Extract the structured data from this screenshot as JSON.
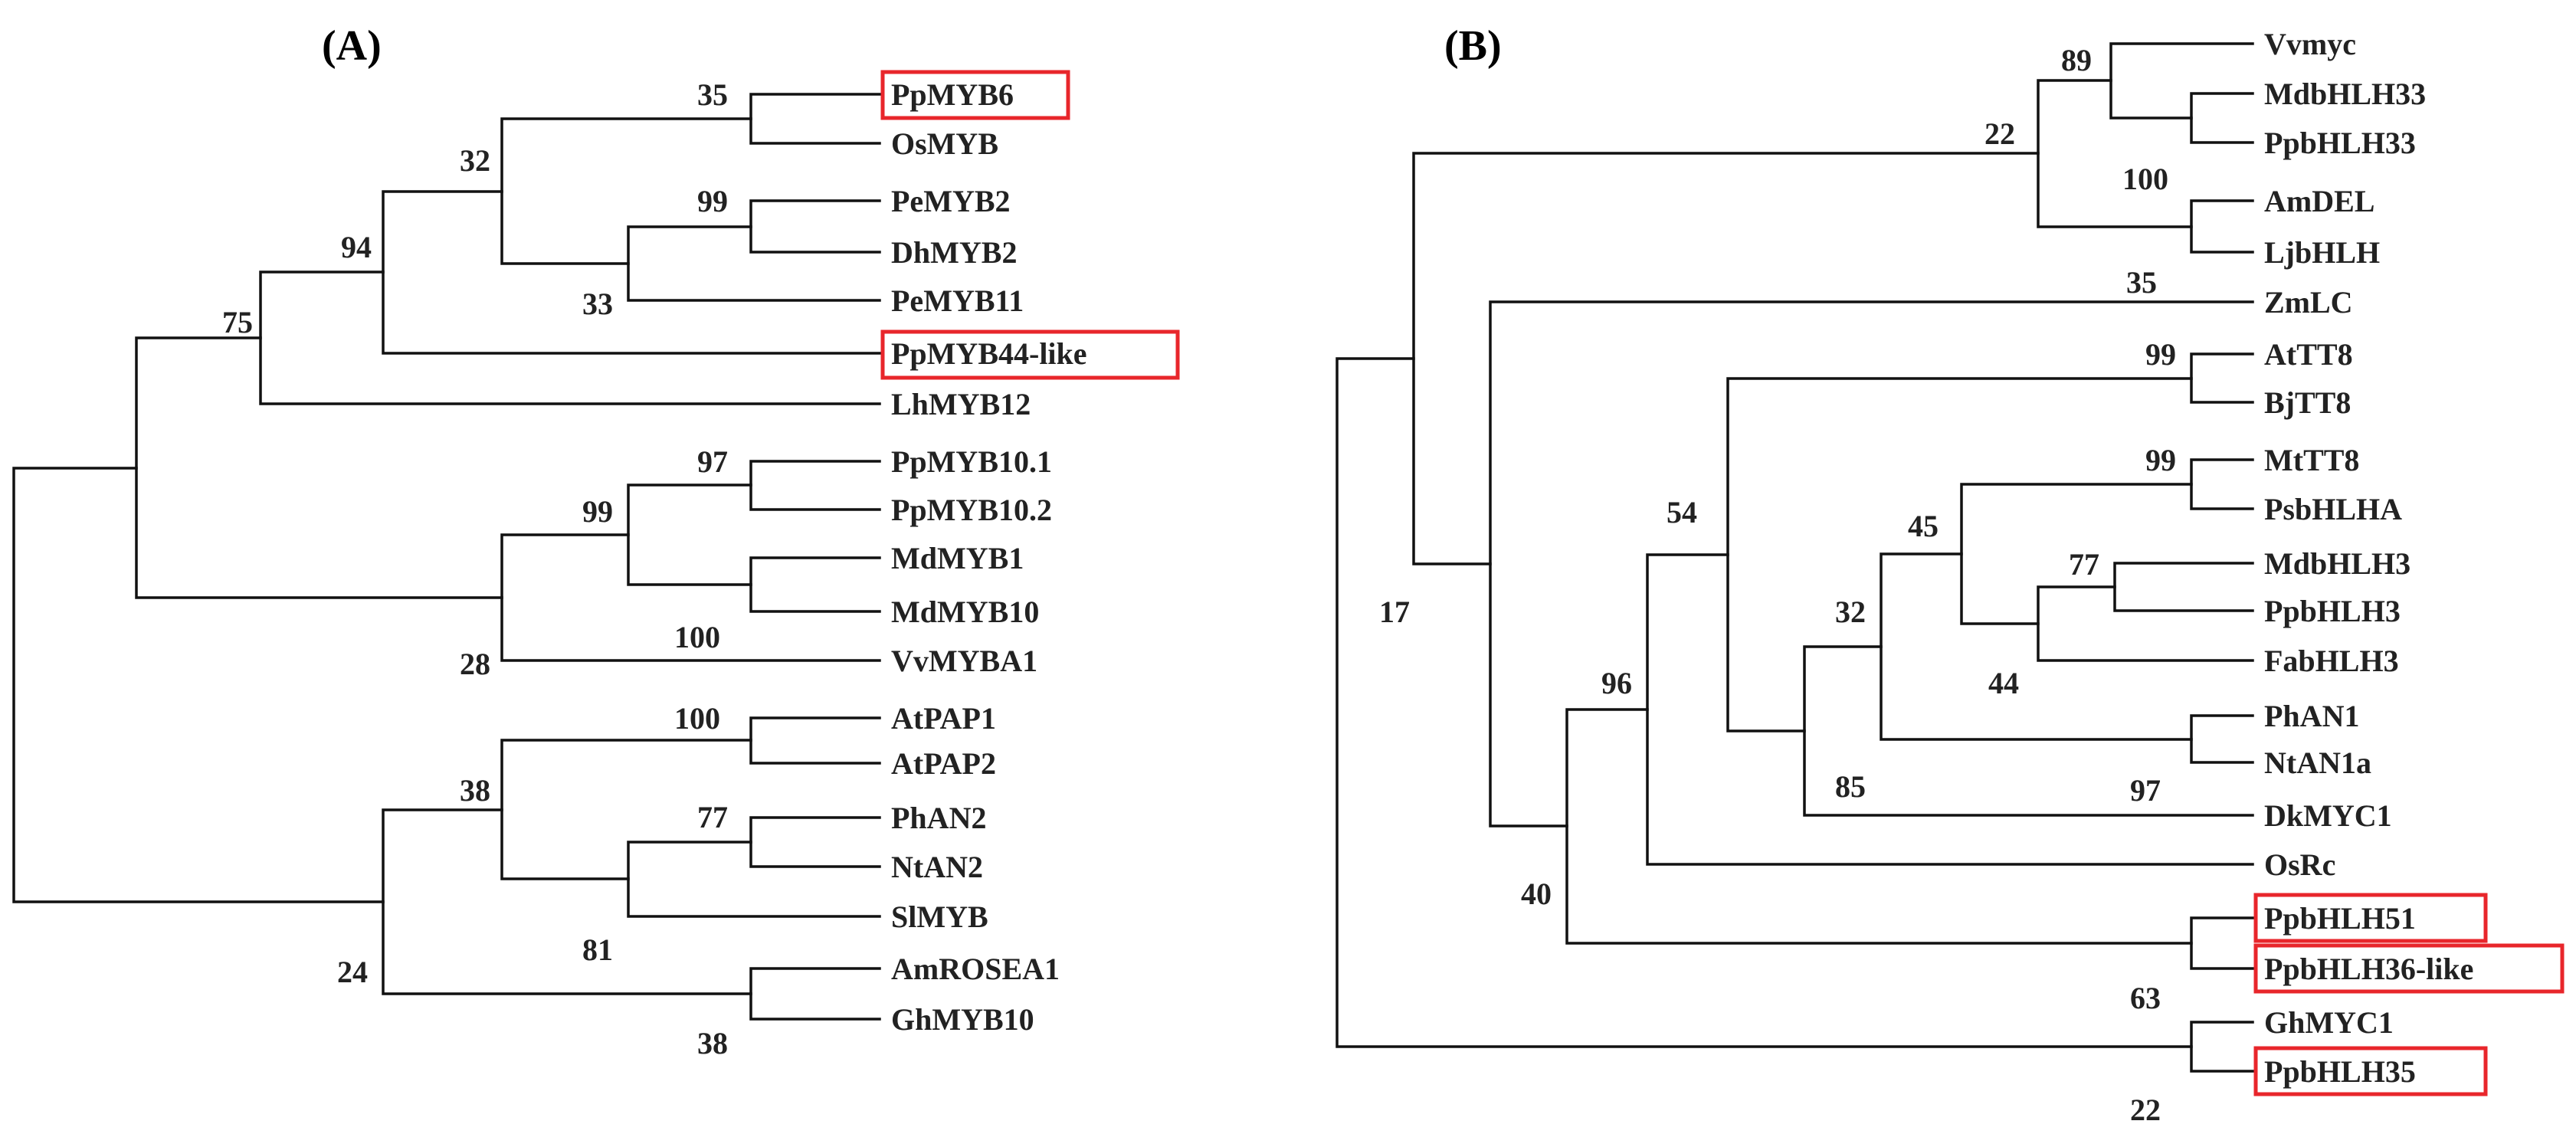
{
  "panels": [
    {
      "id": "A",
      "label": "(A)",
      "highlight_color": "#e8262b",
      "taxa": [
        "PpMYB6",
        "OsMYB",
        "PeMYB2",
        "DhMYB2",
        "PeMYB11",
        "PpMYB44-like",
        "LhMYB12",
        "PpMYB10.1",
        "PpMYB10.2",
        "MdMYB1",
        "MdMYB10",
        "VvMYBA1",
        "AtPAP1",
        "AtPAP2",
        "PhAN2",
        "NtAN2",
        "SlMYB",
        "AmROSEA1",
        "GhMYB10"
      ],
      "highlighted": [
        "PpMYB6",
        "PpMYB44-like"
      ],
      "bootstrap_values": [
        "35",
        "32",
        "99",
        "94",
        "33",
        "75",
        "97",
        "99",
        "100",
        "28",
        "100",
        "38",
        "77",
        "81",
        "24",
        "38"
      ]
    },
    {
      "id": "B",
      "label": "(B)",
      "highlight_color": "#e8262b",
      "taxa": [
        "Vvmyc",
        "MdbHLH33",
        "PpbHLH33",
        "AmDEL",
        "LjbHLH",
        "ZmLC",
        "AtTT8",
        "BjTT8",
        "MtTT8",
        "PsbHLHA",
        "MdbHLH3",
        "PpbHLH3",
        "FabHLH3",
        "PhAN1",
        "NtAN1a",
        "DkMYC1",
        "OsRc",
        "PpbHLH51",
        "PpbHLH36-like",
        "GhMYC1",
        "PpbHLH35"
      ],
      "highlighted": [
        "PpbHLH51",
        "PpbHLH36-like",
        "PpbHLH35"
      ],
      "bootstrap_values": [
        "89",
        "22",
        "100",
        "35",
        "99",
        "99",
        "54",
        "45",
        "77",
        "32",
        "17",
        "44",
        "96",
        "85",
        "97",
        "40",
        "63",
        "22"
      ]
    }
  ]
}
